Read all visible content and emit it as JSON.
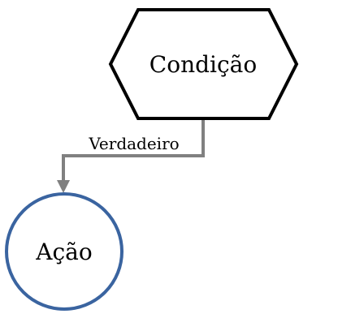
{
  "diagram": {
    "nodes": {
      "condition": {
        "label": "Condição",
        "shape": "hexagon",
        "stroke": "#000000",
        "fill": "#ffffff"
      },
      "action": {
        "label": "Ação",
        "shape": "circle",
        "stroke": "#3a64a0",
        "fill": "#ffffff"
      }
    },
    "edges": [
      {
        "from": "condition",
        "to": "action",
        "label": "Verdadeiro",
        "color": "#808080"
      }
    ]
  }
}
